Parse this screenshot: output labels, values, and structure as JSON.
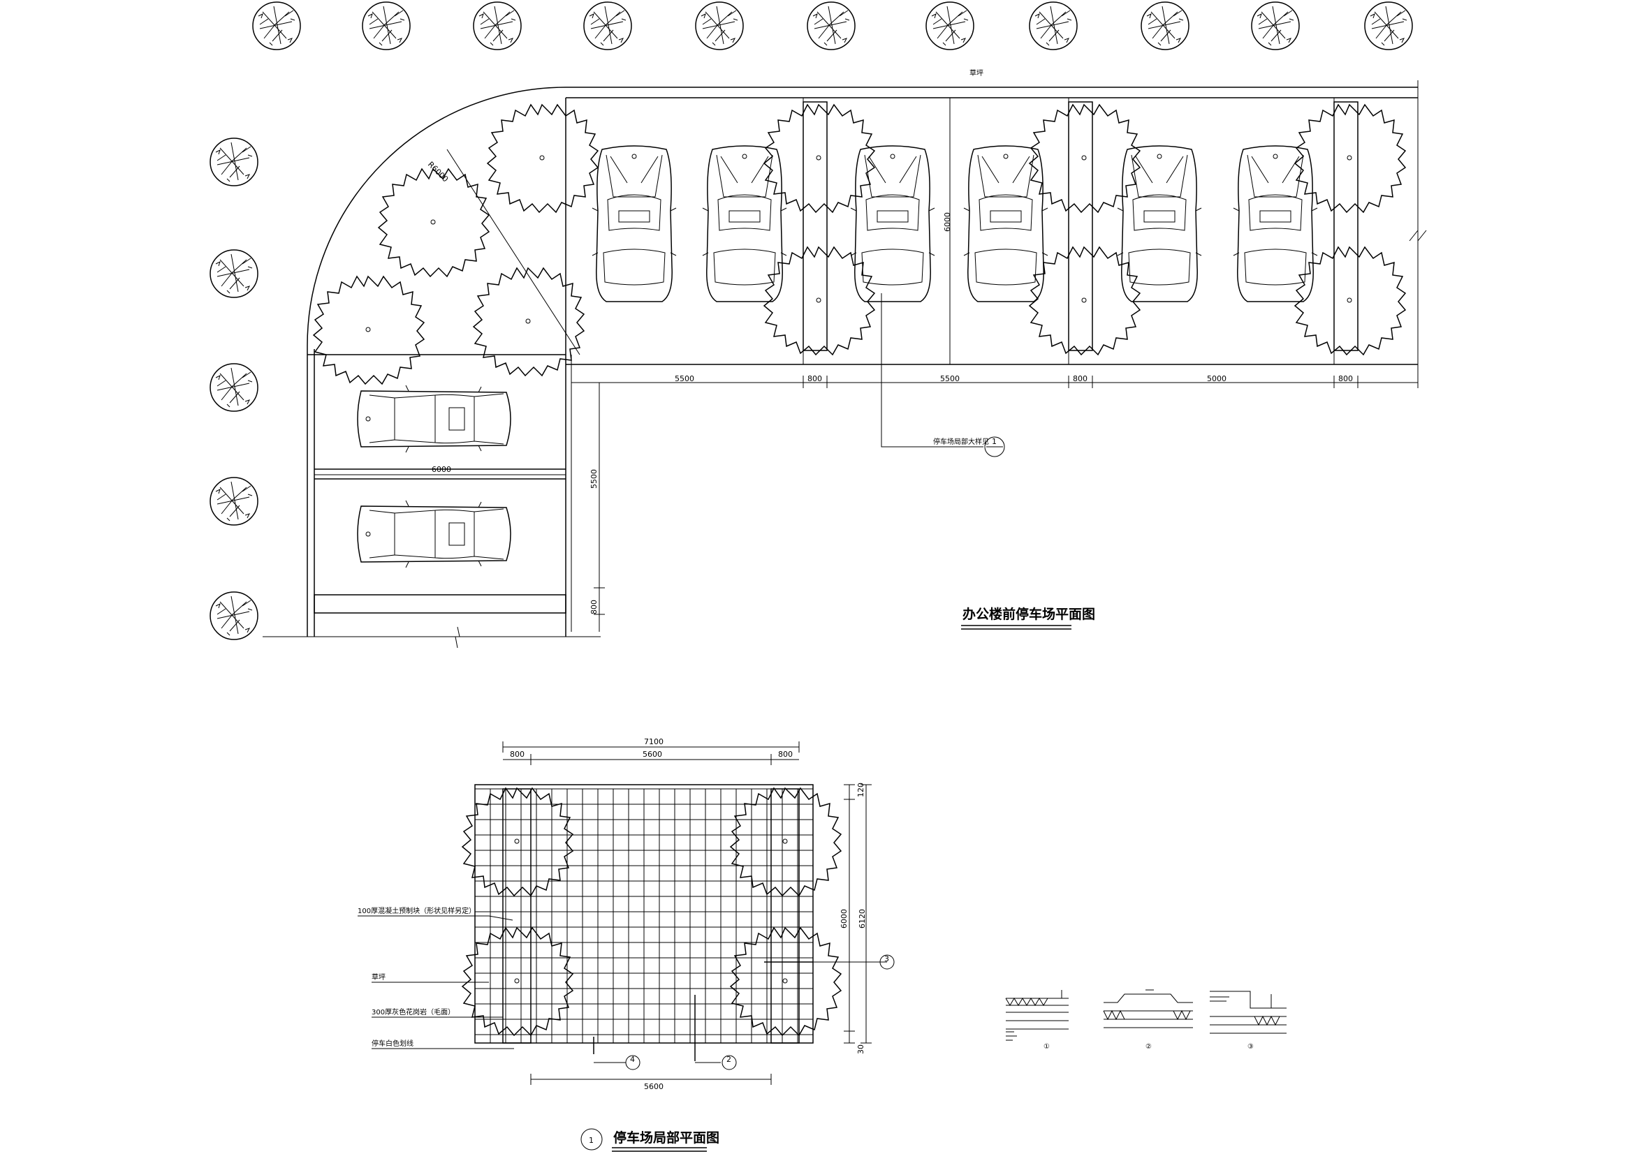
{
  "plan": {
    "grass_label": "草坪",
    "top_dims": [
      "5500",
      "800",
      "5500",
      "800",
      "5000",
      "800"
    ],
    "depth_dim": "6000",
    "radius_dim": "R6000",
    "left_width_dim": "6000",
    "left_depth_dim": "5500",
    "strip_dim": "800",
    "callout_label": "停车场局部大样见",
    "callout_number": "1",
    "title": "办公楼前停车场平面图"
  },
  "detail": {
    "top_total": "7100",
    "top_dims": [
      "800",
      "5600",
      "800"
    ],
    "bottom_dim": "5600",
    "right_dims": [
      "120",
      "6000",
      "6120",
      "30"
    ],
    "notes": [
      "100厚混凝土预制块（形状见样另定）",
      "草坪",
      "300厚灰色花岗岩（毛面）",
      "停车白色划线"
    ],
    "section_marks": [
      "3",
      "4",
      "2"
    ],
    "title_number": "1",
    "title": "停车场局部平面图"
  },
  "sections": {
    "marks": [
      "①",
      "②",
      "③"
    ]
  }
}
